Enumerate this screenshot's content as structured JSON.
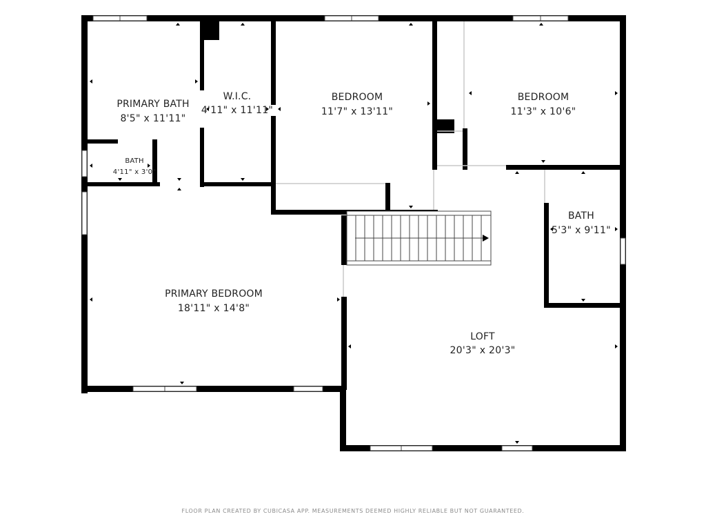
{
  "rooms": [
    {
      "id": "primary-bath",
      "name": "PRIMARY BATH",
      "dims": "8'5\" x 11'11\""
    },
    {
      "id": "wic",
      "name": "W.I.C.",
      "dims": "4'11\" x 11'11\""
    },
    {
      "id": "bedroom-1",
      "name": "BEDROOM",
      "dims": "11'7\" x 13'11\""
    },
    {
      "id": "bedroom-2",
      "name": "BEDROOM",
      "dims": "11'3\" x 10'6\""
    },
    {
      "id": "small-bath",
      "name": "BATH",
      "dims": "4'11\" x 3'0\""
    },
    {
      "id": "bath-2",
      "name": "BATH",
      "dims": "5'3\" x 9'11\""
    },
    {
      "id": "primary-bedroom",
      "name": "PRIMARY BEDROOM",
      "dims": "18'11\" x 14'8\""
    },
    {
      "id": "loft",
      "name": "LOFT",
      "dims": "20'3\" x 20'3\""
    }
  ],
  "footer": "FLOOR PLAN CREATED BY CUBICASA APP. MEASUREMENTS DEEMED HIGHLY RELIABLE BUT NOT GUARANTEED.",
  "colors": {
    "wall": "#000000",
    "window": "#ffffff",
    "text": "#222222",
    "footer": "#8a8a8a"
  }
}
